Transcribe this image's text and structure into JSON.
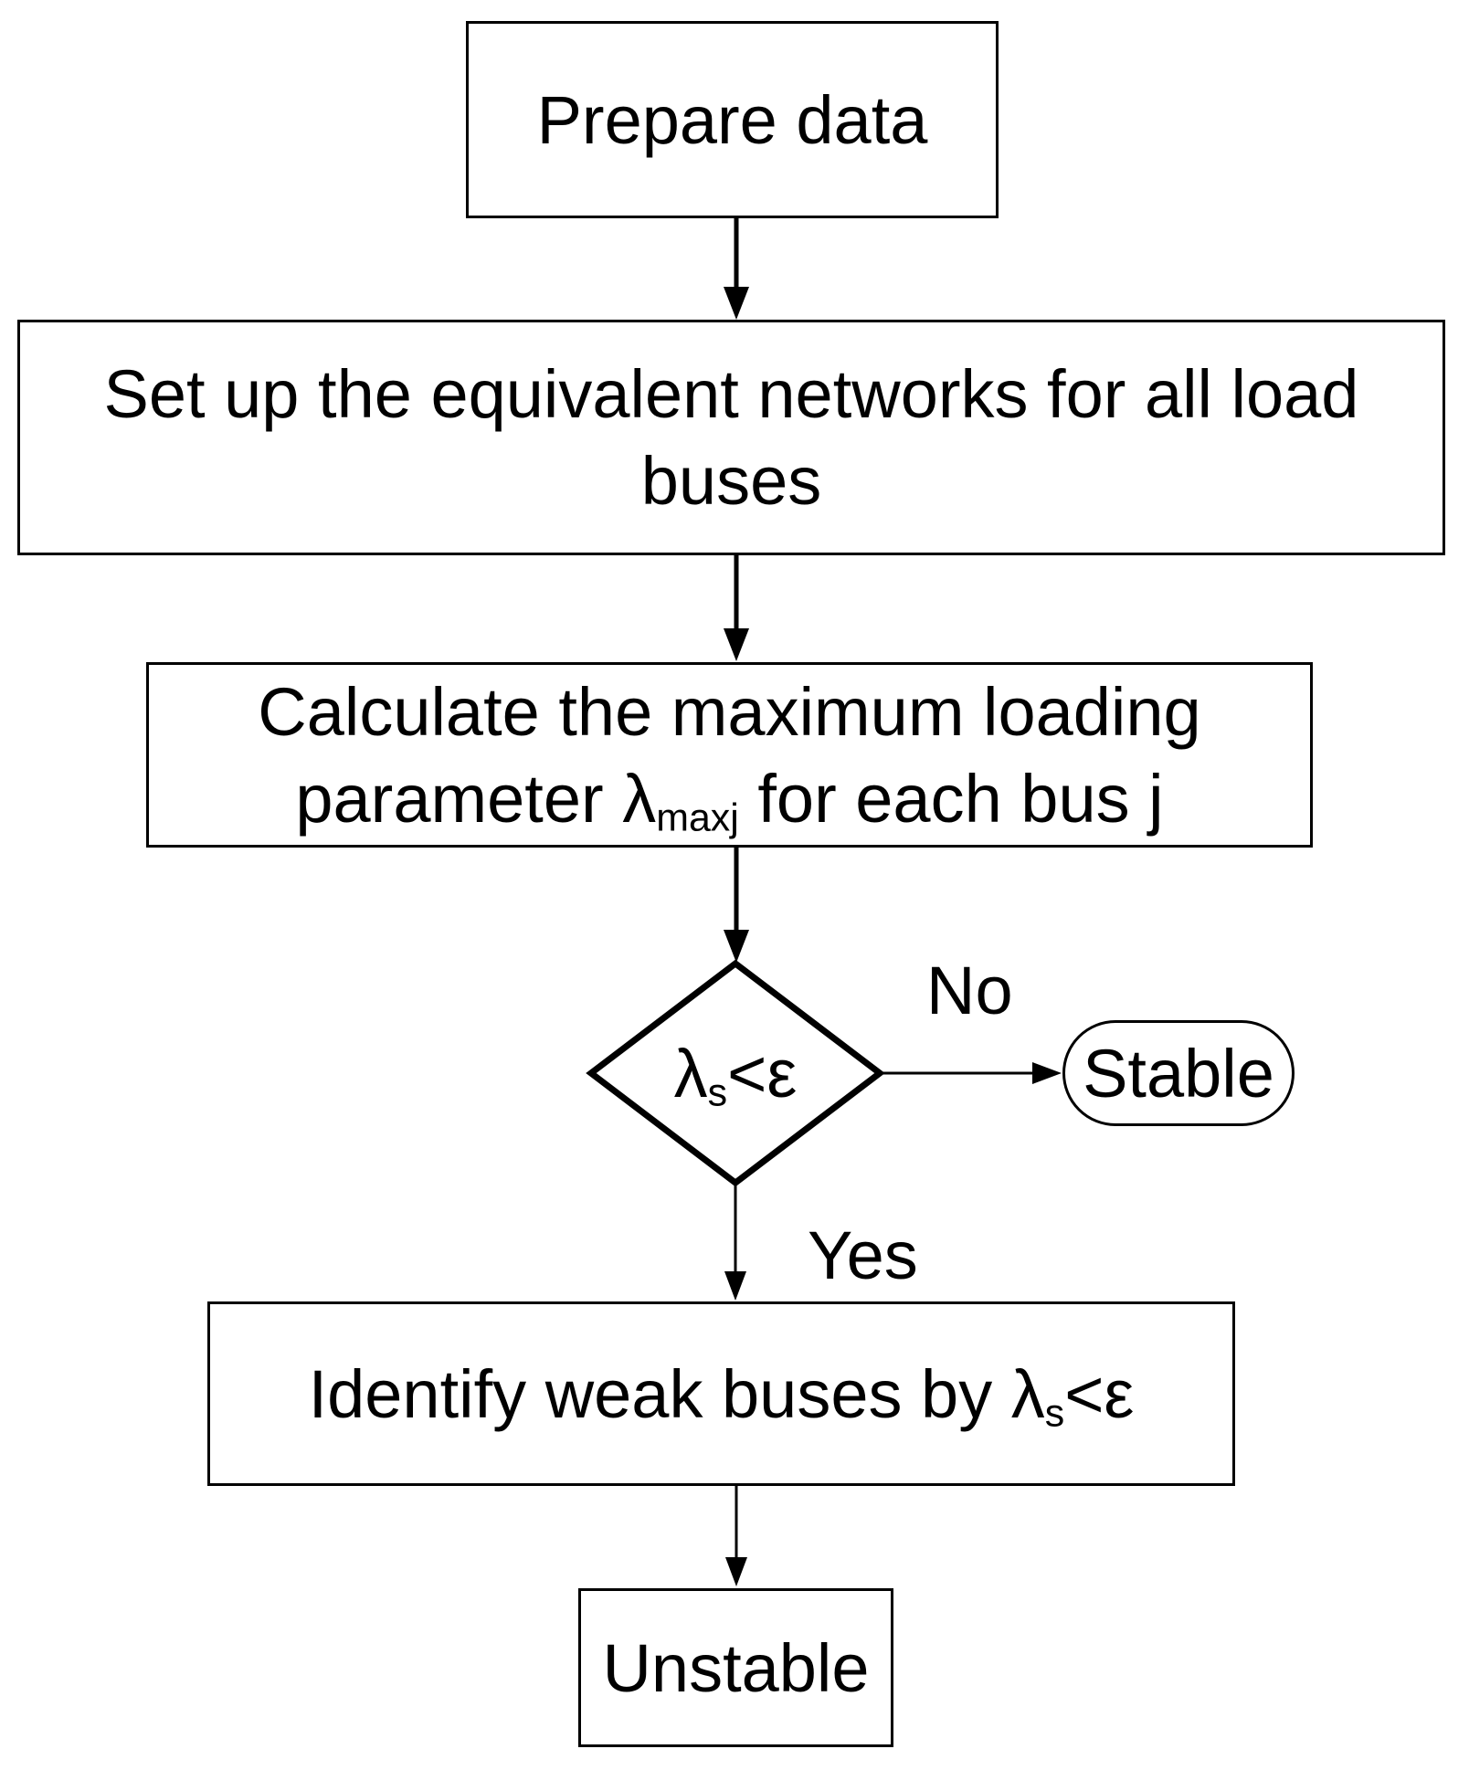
{
  "colors": {
    "stroke": "#000000",
    "background": "#ffffff",
    "text": "#000000"
  },
  "nodes": {
    "prepare": {
      "label": "Prepare data"
    },
    "setup": {
      "line1": "Set up the equivalent networks for all load",
      "line2": "buses"
    },
    "calculate": {
      "line1": "Calculate the maximum loading",
      "line2_pre": "parameter λ",
      "line2_sub": "maxj",
      "line2_post": " for each bus j"
    },
    "decision": {
      "pre": "λ",
      "sub": "s",
      "post": "<ε"
    },
    "stable": {
      "label": "Stable"
    },
    "identify": {
      "pre": "Identify weak buses by λ",
      "sub": "s",
      "post": "<ε"
    },
    "unstable": {
      "label": "Unstable"
    }
  },
  "edges": {
    "no": {
      "label": "No"
    },
    "yes": {
      "label": "Yes"
    }
  }
}
